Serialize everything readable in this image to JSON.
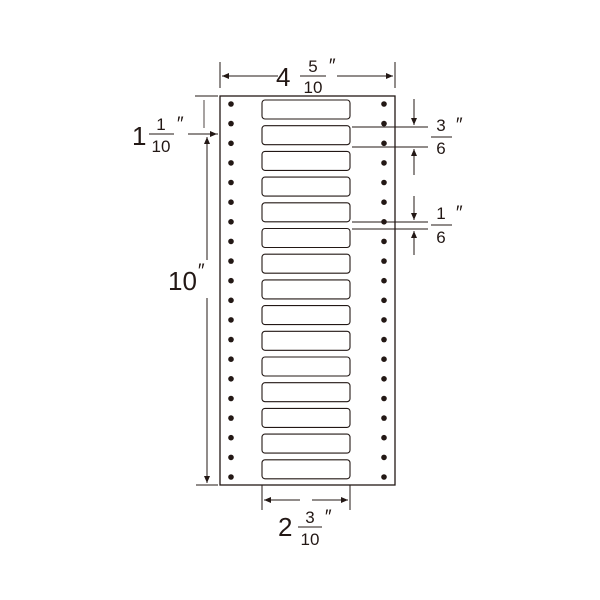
{
  "dimensions": {
    "total_width": {
      "whole": "4",
      "num": "5",
      "den": "10",
      "mark": "″"
    },
    "top_margin": {
      "whole": "1",
      "num": "1",
      "den": "10",
      "mark": "″"
    },
    "total_height": {
      "whole": "10",
      "mark": "″"
    },
    "label_pitch": {
      "num": "3",
      "den": "6",
      "mark": "″"
    },
    "label_gap": {
      "num": "1",
      "den": "6",
      "mark": "″"
    },
    "label_width": {
      "whole": "2",
      "num": "3",
      "den": "10",
      "mark": "″"
    }
  },
  "sheet": {
    "label_count": 15,
    "holes_per_side": 20
  },
  "colors": {
    "line": "#231815",
    "background": "#ffffff"
  }
}
